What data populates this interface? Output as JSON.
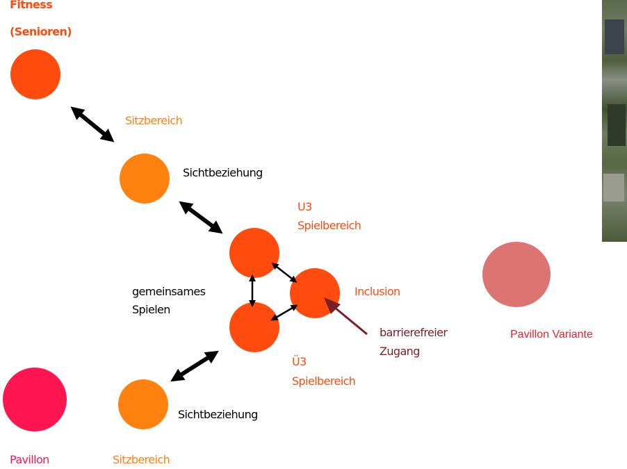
{
  "labels": {
    "fitness_line1": "Fitness",
    "fitness_line2": "(Senioren)",
    "sitzbereich_top": "Sitzbereich",
    "sichtbeziehung_top": "Sichtbeziehung",
    "u3_line1": "U3",
    "u3_line2": "Spielbereich",
    "inclusion": "Inclusion",
    "gemeinsames_line1": "gemeinsames",
    "gemeinsames_line2": "Spielen",
    "barrierefrei_line1": "barrierefreier",
    "barrierefrei_line2": "Zugang",
    "ue3_line1": "Ü3",
    "ue3_line2": "Spielbereich",
    "sichtbeziehung_bottom": "Sichtbeziehung",
    "pavillon": "Pavillon",
    "sitzbereich_bottom": "Sitzbereich",
    "pavillon_variante": "Pavillon Variante"
  },
  "colors": {
    "orange_red": "#ff4b0e",
    "orange": "#ff8210",
    "pink_red": "#ff1650",
    "dusty_rose": "#dc7474",
    "dark_red": "#7a1f26",
    "black": "#000000",
    "variante_text": "#e8222c"
  }
}
